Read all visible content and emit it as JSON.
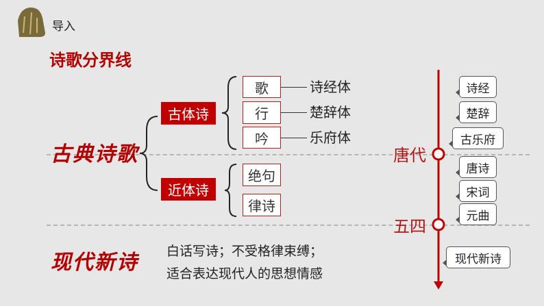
{
  "header": {
    "section": "导入",
    "title": "诗歌分界线"
  },
  "classical": {
    "label": "古典诗歌",
    "ancient": {
      "label": "古体诗",
      "forms": [
        "歌",
        "行",
        "吟"
      ],
      "examples": [
        "诗经体",
        "楚辞体",
        "乐府体"
      ]
    },
    "modern_style": {
      "label": "近体诗",
      "forms": [
        "绝句",
        "律诗"
      ]
    }
  },
  "modern": {
    "label": "现代新诗",
    "desc_line1": "白话写诗；不受格律束缚；",
    "desc_line2": "适合表达现代人的思想情感"
  },
  "timeline": {
    "markers": [
      "唐代",
      "五四"
    ],
    "before_tang": [
      "诗经",
      "楚辞",
      "古乐府"
    ],
    "after_tang": [
      "唐诗",
      "宋词",
      "元曲"
    ],
    "after_wusi": [
      "现代新诗"
    ]
  },
  "colors": {
    "accent": "#c00000",
    "background": "#e7e7e7"
  }
}
